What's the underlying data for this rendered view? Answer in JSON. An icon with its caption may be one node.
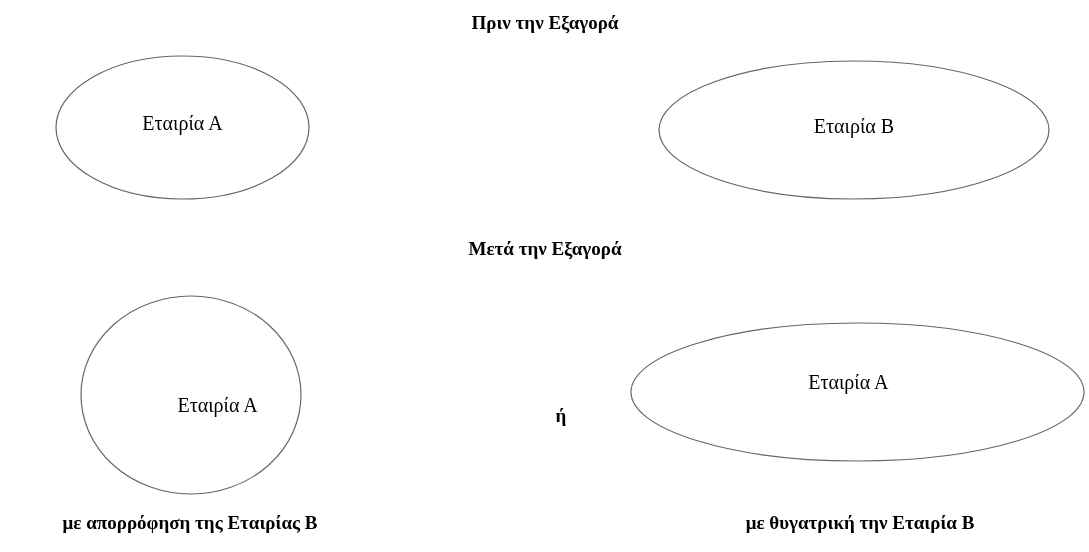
{
  "diagram": {
    "nodes": [
      {
        "text": [
          "Εταιρία Α"
        ]
      },
      {
        "text": [
          "Εταιρία Β"
        ]
      },
      {
        "text": [
          "Εταιρία Α"
        ],
        "beside": [
          "με απορρόφηση της Εταιρίας Β"
        ]
      },
      {
        "text": [
          "Εταιρία Α"
        ],
        "beside": [
          "με θυγατρική την Εταιρία Β"
        ]
      }
    ],
    "labels": [
      "Πριν την Εξαγορά",
      "Μετά την Εξαγορά",
      "ή"
    ]
  }
}
